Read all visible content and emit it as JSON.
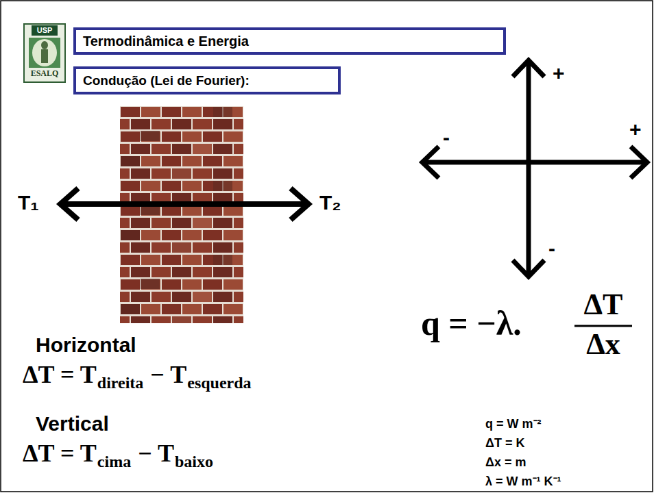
{
  "diagram": {
    "title": "Termodinâmica e Energia",
    "nodes": [
      {
        "text": [
          "Condução (Lei de Fourier):"
        ]
      }
    ],
    "labels": [
      "USP",
      "ESALQ",
      "T₁",
      "T₂",
      "+",
      "-",
      "+",
      "-",
      "q = −λ.",
      "ΔT",
      "Δx",
      "Horizontal",
      "ΔT = T",
      "direita",
      "− T",
      "esquerda",
      "Vertical",
      "ΔT = T",
      "cima",
      "− T",
      "baixo",
      "q = W m⁻²",
      "ΔT = K",
      "Δx = m",
      "λ = W m⁻¹ K⁻¹"
    ]
  }
}
